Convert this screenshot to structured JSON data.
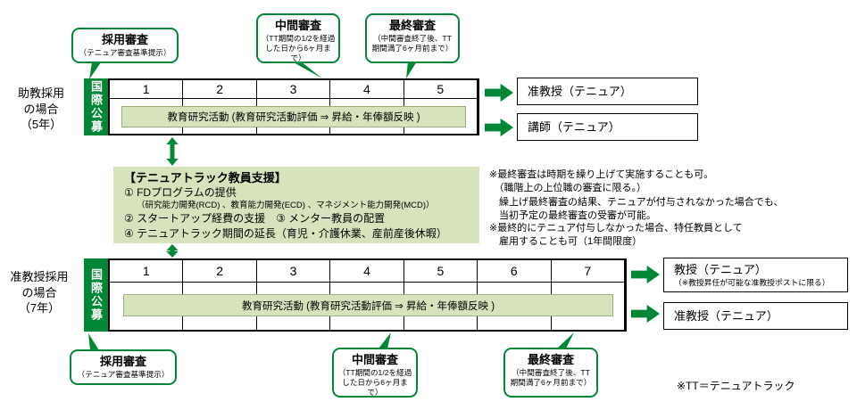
{
  "colors": {
    "accent_green": "#008736",
    "panel_green": "#D6E3BC"
  },
  "top_track": {
    "row_label": "助教採用\nの場合\n（5年）",
    "recruit_box": "国際公募",
    "years": [
      "1",
      "2",
      "3",
      "4",
      "5"
    ],
    "activity_bar": "教育研究活動 (教育研究活動評価 ⇒ 昇給・年俸額反映 )",
    "callout_saiyo": {
      "title": "採用審査",
      "sub": "（テニュア審査基準提示）"
    },
    "callout_chukan": {
      "title": "中間審査",
      "sub": "（TT期間の1/2を経過した日から6ヶ月まで）"
    },
    "callout_saishu": {
      "title": "最終審査",
      "sub": "（中間審査終了後、TT期間満了6ヶ月前まで）"
    },
    "outcome_1": "准教授（テニュア）",
    "outcome_2": "講師（テニュア）"
  },
  "support_box": {
    "title": "【テニュアトラック教員支援】",
    "item_1": "① FDプログラムの提供",
    "item_1_sub": "（研究能力開発(RCD) 、教育能力開発(ECD) 、マネジメント能力開発(MCD)）",
    "item_2": "② スタートアップ経費の支援　③ メンター教員の配置",
    "item_3": "④ テニュアトラック期間の延長（育児・介護休業、産前産後休暇）"
  },
  "notes": {
    "note_1": "※最終審査は時期を繰り上げて実施することも可。\n　（職階上の上位職の審査に限る。）\n　繰上げ最終審査の結果、テニュアが付与されなかった場合でも、\n　当初予定の最終審査の受審が可能。",
    "note_2": "※最終的にテニュア付与しなかった場合、特任教員として\n　雇用することも可（1年間限度）",
    "tt_note": "※TT＝テニュアトラック"
  },
  "bottom_track": {
    "row_label": "准教授採用\nの場合\n（7年）",
    "recruit_box": "国際公募",
    "years": [
      "1",
      "2",
      "3",
      "4",
      "5",
      "6",
      "7"
    ],
    "activity_bar": "教育研究活動 (教育研究活動評価 ⇒ 昇給・年俸額反映 )",
    "callout_saiyo": {
      "title": "採用審査",
      "sub": "（テニュア審査基準提示）"
    },
    "callout_chukan": {
      "title": "中間審査",
      "sub": "（TT期間の1/2を経過した日から6ヶ月まで）"
    },
    "callout_saishu": {
      "title": "最終審査",
      "sub": "（中間審査終了後、TT期間満了6ヶ月前まで）"
    },
    "outcome_1": "教授（テニュア）",
    "outcome_1_sub": "（※教授昇任が可能な准教授ポストに限る）",
    "outcome_2": "准教授（テニュア）"
  }
}
